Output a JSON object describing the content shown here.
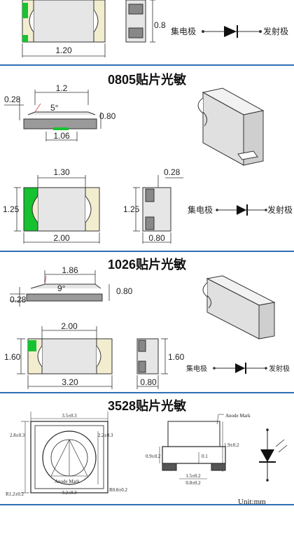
{
  "section_top": {
    "dims": {
      "width": "1.20",
      "height": "0.8"
    },
    "collector": "集电极",
    "emitter": "发射极"
  },
  "section_0805": {
    "title": "0805贴片光敏",
    "dims": {
      "side_top": "1.2",
      "side_left": "0.28",
      "angle": "5°",
      "side_height": "0.80",
      "side_bottom": "1.06",
      "front_top": "1.30",
      "front_height": "1.25",
      "front_bottom": "2.00",
      "end_top": "0.28",
      "end_height": "1.25",
      "end_bottom": "0.80"
    },
    "collector": "集电极",
    "emitter": "发射极"
  },
  "section_1026": {
    "title": "1026贴片光敏",
    "dims": {
      "side_top": "1.86",
      "side_left": "0.28",
      "angle": "9°",
      "side_height": "0.80",
      "front_top": "2.00",
      "front_height": "1.60",
      "front_bottom": "3.20",
      "end_height": "1.60",
      "end_bottom": "0.80"
    },
    "collector": "集电极",
    "emitter": "发射极"
  },
  "section_3528": {
    "title": "3528贴片光敏",
    "top_view": {
      "width_top": "3.5±0.3",
      "height_left": "2.8±0.3",
      "inner_right": "2.2±0.3",
      "width_bottom": "3.2±0.3",
      "radius_left": "R1.2±0.2",
      "radius_right": "R0.8±0.2",
      "anode_mark": "Anode Mark"
    },
    "side_view": {
      "anode_mark": "Anode Mark",
      "height_right": "1.9±0.2",
      "height_left": "0.9±0.2",
      "gap": "0.1",
      "pad": "1.5±0.2",
      "pad2": "0.8±0.2"
    },
    "unit": "Unit:mm"
  },
  "colors": {
    "divider": "#2f6fb5",
    "pad_green": "#16c230",
    "body": "#e6e6e6",
    "pad_cream": "#f3edd0"
  }
}
